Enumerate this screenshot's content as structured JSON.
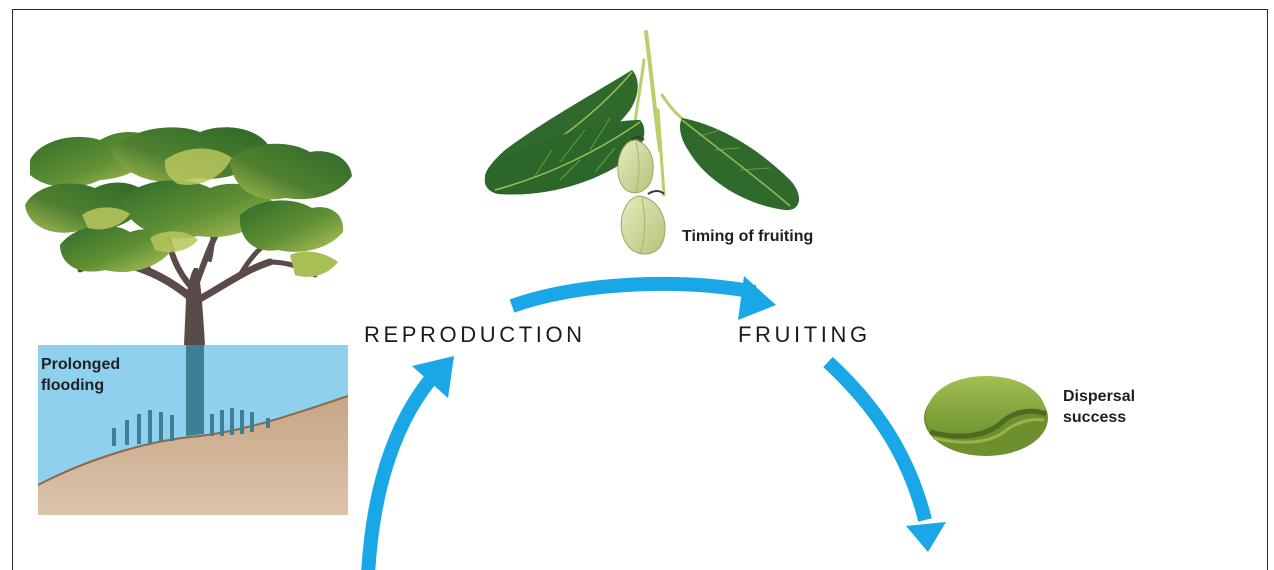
{
  "stages": {
    "reproduction": "REPRODUCTION",
    "fruiting": "FRUITING"
  },
  "annotations": {
    "flooding": [
      "Prolonged",
      "flooding"
    ],
    "timing_of_fruiting": "Timing of fruiting",
    "dispersal": [
      "Dispersal",
      "success"
    ]
  },
  "colors": {
    "arrow": "#1aa7e8",
    "water": "#8fd0ee",
    "soil": "#c9a887",
    "leaf_dark": "#2e6b2a",
    "leaf_light": "#a8c050",
    "trunk": "#5a4a48",
    "seed": "#86a83a"
  },
  "icons": {
    "tree": "tree-icon",
    "leaves": "leaf-branch-icon",
    "seed": "seed-icon"
  }
}
